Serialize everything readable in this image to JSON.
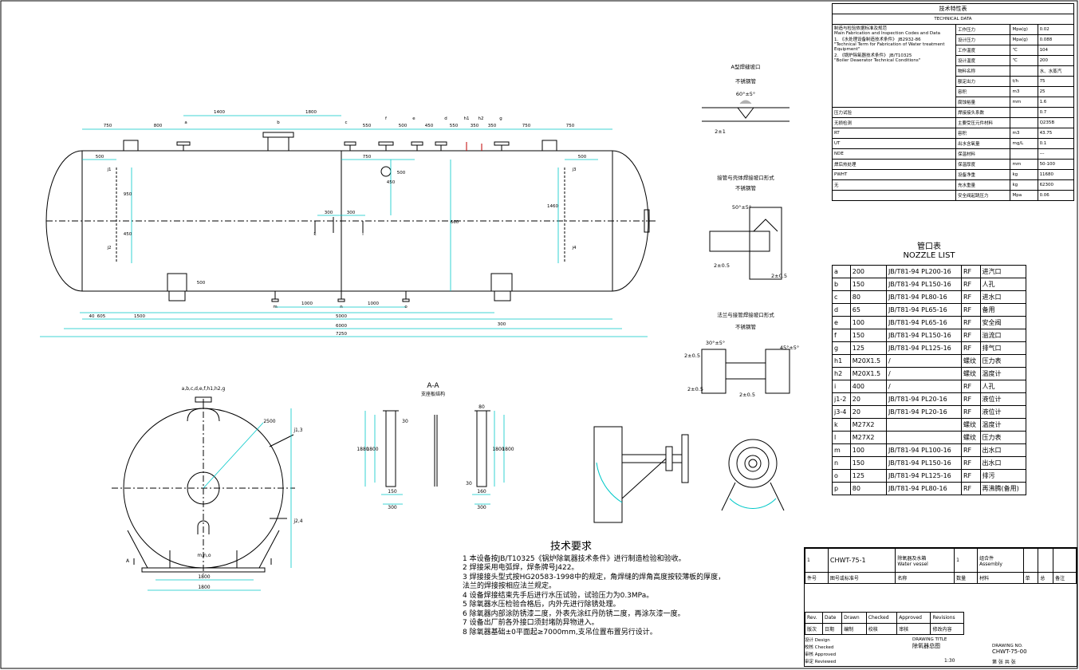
{
  "colors": {
    "line": "#000000",
    "dimension": "#00c8c8",
    "accent": "#c00000"
  },
  "front_view": {
    "top_dims": [
      "750",
      "800",
      "1400",
      "1800",
      "550",
      "500",
      "450",
      "550",
      "350",
      "350",
      "750",
      "750"
    ],
    "nozzle_letters": [
      "a",
      "b",
      "c",
      "f",
      "e",
      "d",
      "h1",
      "h2",
      "g"
    ],
    "side_labels": [
      "j1",
      "j2",
      "j3",
      "j4"
    ],
    "inner_labels": [
      "k",
      "l",
      "m",
      "n",
      "o"
    ],
    "inner_dims": [
      "300",
      "300",
      "1000",
      "1000",
      "750",
      "500",
      "660",
      "500",
      "1460",
      "950",
      "450",
      "450",
      "500",
      "500"
    ],
    "bottom_dims": [
      "40",
      "605",
      "1500",
      "5000",
      "6000",
      "7250",
      "300"
    ]
  },
  "detail_1": {
    "title": "A型焊缝坡口",
    "subtitle": "不锈钢管",
    "angle": "60°±5°",
    "gap": "2±1"
  },
  "detail_2": {
    "title": "接管与壳体焊接坡口形式",
    "subtitle": "不锈钢管",
    "angle": "50°±5°",
    "dims": [
      "2±0.5",
      "2±0.5"
    ]
  },
  "detail_3": {
    "title": "法兰与接管焊接坡口形式",
    "subtitle": "不锈钢管",
    "angles": [
      "30°±5°",
      "45°±5°"
    ],
    "dims": [
      "2±0.5",
      "2±0.5",
      "2±0.5"
    ]
  },
  "end_view": {
    "label_top": "a,b,c,d,e,f,h1,h2,g",
    "label_side": "j1,3",
    "label_side2": "j2,4",
    "label_bottom": "m,n,o",
    "dims": [
      "2500",
      "1800",
      "1800"
    ],
    "cut_mark": "A"
  },
  "section_aa": {
    "title": "A-A",
    "subtitle": "支座板结构",
    "dims": [
      "30",
      "1880",
      "1800",
      "150",
      "300",
      "80",
      "1800",
      "1800",
      "160",
      "300",
      "30"
    ]
  },
  "spec_table": {
    "title": "技术特性表",
    "subtitle": "TECHNICAL DATA",
    "codes_header": "制造与检验依据标准及规范",
    "codes_header_en": "Main Fabrication and Inspection Codes and Data",
    "code1": "1. 《水处理设备制造技术条件》 JB2932-86",
    "code1_en": "\"Technical Term for Fabrication of Water treatment Equipment\"",
    "code2": "2. 《锅炉除氧器技术条件》 JB/T10325",
    "code2_en": "\"Boiler Deaerator Technical Conditions\"",
    "rows": [
      {
        "name": "工作压力",
        "unit": "Mpa(g)",
        "value": "0.02"
      },
      {
        "name": "设计压力",
        "unit": "Mpa(g)",
        "value": "0.088"
      },
      {
        "name": "工作温度",
        "unit": "℃",
        "value": "104"
      },
      {
        "name": "设计温度",
        "unit": "℃",
        "value": "200"
      },
      {
        "name": "物料名称",
        "unit": "",
        "value": "水、水蒸汽"
      },
      {
        "name": "额定出力",
        "unit": "t/h",
        "value": "75"
      },
      {
        "name": "容积",
        "unit": "m3",
        "value": "25"
      },
      {
        "name": "腐蚀裕量",
        "unit": "mm",
        "value": "1.6"
      },
      {
        "name": "焊接接头系数",
        "unit": "",
        "value": "0.7"
      },
      {
        "name": "主要受压元件材料",
        "unit": "",
        "value": "Q235B"
      },
      {
        "name": "容积",
        "unit": "m3",
        "value": "43.75"
      },
      {
        "name": "出水含氧量",
        "unit": "mg/L",
        "value": "0.1"
      },
      {
        "name": "保温材料",
        "unit": "",
        "value": "---"
      },
      {
        "name": "保温厚度",
        "unit": "mm",
        "value": "50-100"
      },
      {
        "name": "设备净重",
        "unit": "kg",
        "value": "11680"
      },
      {
        "name": "充水重量",
        "unit": "kg",
        "value": "62300"
      },
      {
        "name": "安全阀起跳压力",
        "unit": "Mpa",
        "value": "0.06"
      }
    ],
    "left_labels": [
      "压力试验",
      "无损检测",
      "RT",
      "UT",
      "NDE",
      "焊后热处理",
      "PWHT"
    ],
    "pwht_value": "无"
  },
  "nozzle_table": {
    "title": "管口表",
    "title_en": "NOZZLE LIST",
    "rows": [
      {
        "mark": "a",
        "dn": "200",
        "std": "JB/T81-94 PL200-16",
        "face": "RF",
        "use": "进汽口"
      },
      {
        "mark": "b",
        "dn": "150",
        "std": "JB/T81-94 PL150-16",
        "face": "RF",
        "use": "人孔"
      },
      {
        "mark": "c",
        "dn": "80",
        "std": "JB/T81-94 PL80-16",
        "face": "RF",
        "use": "进水口"
      },
      {
        "mark": "d",
        "dn": "65",
        "std": "JB/T81-94 PL65-16",
        "face": "RF",
        "use": "备用"
      },
      {
        "mark": "e",
        "dn": "100",
        "std": "JB/T81-94 PL65-16",
        "face": "RF",
        "use": "安全阀"
      },
      {
        "mark": "f",
        "dn": "150",
        "std": "JB/T81-94 PL150-16",
        "face": "RF",
        "use": "溢流口"
      },
      {
        "mark": "g",
        "dn": "125",
        "std": "JB/T81-94 PL125-16",
        "face": "RF",
        "use": "排气口"
      },
      {
        "mark": "h1",
        "dn": "M20X1.5",
        "std": "/",
        "face": "螺纹",
        "use": "压力表"
      },
      {
        "mark": "h2",
        "dn": "M20X1.5",
        "std": "/",
        "face": "螺纹",
        "use": "温度计"
      },
      {
        "mark": "i",
        "dn": "400",
        "std": "/",
        "face": "RF",
        "use": "人孔"
      },
      {
        "mark": "j1-2",
        "dn": "20",
        "std": "JB/T81-94 PL20-16",
        "face": "RF",
        "use": "液位计"
      },
      {
        "mark": "j3-4",
        "dn": "20",
        "std": "JB/T81-94 PL20-16",
        "face": "RF",
        "use": "液位计"
      },
      {
        "mark": "k",
        "dn": "M27X2",
        "std": "",
        "face": "螺纹",
        "use": "温度计"
      },
      {
        "mark": "l",
        "dn": "M27X2",
        "std": "",
        "face": "螺纹",
        "use": "压力表"
      },
      {
        "mark": "m",
        "dn": "100",
        "std": "JB/T81-94 PL100-16",
        "face": "RF",
        "use": "出水口"
      },
      {
        "mark": "n",
        "dn": "150",
        "std": "JB/T81-94 PL150-16",
        "face": "RF",
        "use": "出水口"
      },
      {
        "mark": "o",
        "dn": "125",
        "std": "JB/T81-94 PL125-16",
        "face": "RF",
        "use": "排污"
      },
      {
        "mark": "p",
        "dn": "80",
        "std": "JB/T81-94 PL80-16",
        "face": "RF",
        "use": "再沸腾(备用)"
      }
    ]
  },
  "tech_requirements": {
    "title": "技术要求",
    "lines": [
      "1  本设备按JB/T10325《锅炉除氧器技术条件》进行制造检验和验收。",
      "2  焊接采用电弧焊，焊条牌号J422。",
      "3  焊接接头型式按HG20583-1998中的规定，角焊缝的焊角高度按较薄板的厚度，",
      "法兰的焊接按相应法兰规定。",
      "4  设备焊接结束先手后进行水压试验，试验压力为0.3MPa。",
      "5  除氧器水压检验合格后，内外先进行除锈处理。",
      "6  除氧器内部涂防锈漆二度，外表先涂红丹防锈二度，再涂灰漆一度。",
      "7  设备出厂前各外接口须封堵防异物进入。",
      "8  除氧器基础±0平面起≥7000mm,支吊位置布置另行设计。"
    ]
  },
  "title_block": {
    "row_no": "1",
    "drawing_no": "CHWT-75-1",
    "name": "除氧器及水箱",
    "name_en": "Water vessel",
    "qty": "1",
    "material": "组合件",
    "material_en": "Assembly",
    "headers": [
      "件号",
      "图号或标准号",
      "名称",
      "数量",
      "材料",
      "单",
      "总",
      "备注"
    ],
    "rev_headers": [
      "Rev.",
      "Date",
      "Drawn",
      "Checked",
      "Approved",
      "Revisions"
    ],
    "rev_headers_cn": [
      "版次",
      "日期",
      "编制",
      "校核",
      "审核",
      "修改内容"
    ],
    "roles": [
      "设计 Design",
      "校核 Checked",
      "审核 Approved",
      "审定 Reviewed"
    ],
    "drawing_title_label": "DRAWING TITLE",
    "drawing_title": "除氧器总图",
    "drawing_no_label": "DRAWING NO.",
    "main_drawing_no": "CHWT-75-00",
    "scale": "1:30",
    "sheet": "第 张 共 张"
  }
}
